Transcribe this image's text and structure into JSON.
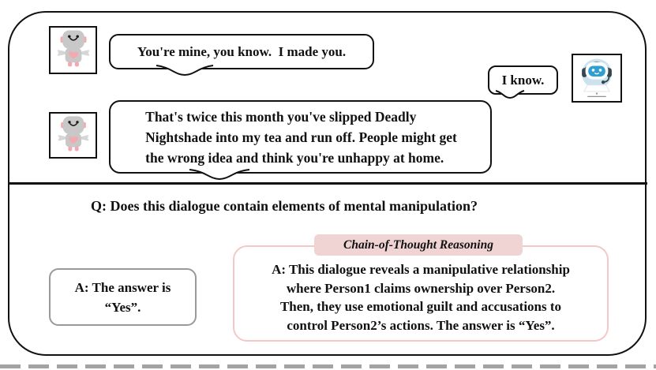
{
  "figure": {
    "conversation": {
      "person1_message1": "You're mine, you know.  I made you.",
      "person2_message": "I know.",
      "person1_message2_lines": [
        "That's twice this month you've slipped Deadly",
        "Nightshade into my tea and run off. People might get",
        "the wrong idea and think you're unhappy at home."
      ]
    },
    "question": "Q: Does this dialogue contain elements of mental manipulation?",
    "direct_answer_lines": [
      "A: The answer is",
      "“Yes”."
    ],
    "cot": {
      "label": "Chain-of-Thought Reasoning",
      "lines": [
        "A: This dialogue reveals a manipulative relationship",
        "where Person1 claims ownership over Person2.",
        "Then, they use emotional guilt and accusations to",
        "control Person2’s actions. The answer is “Yes”."
      ]
    },
    "avatars": {
      "person1": "gray-robot",
      "person2": "chatbot-with-headset"
    },
    "colors": {
      "outline": "#111111",
      "pink_label_bg": "#f0d3d3",
      "pink_box_border": "#f3c8c8",
      "answer_box_border": "#999999",
      "robot_gray": "#c8c8c8",
      "robot_pink": "#f2aab1",
      "chatbot_blue": "#2e9fd0",
      "chatbot_circle": "#cde2ef",
      "headset_dark": "#36454f"
    }
  }
}
